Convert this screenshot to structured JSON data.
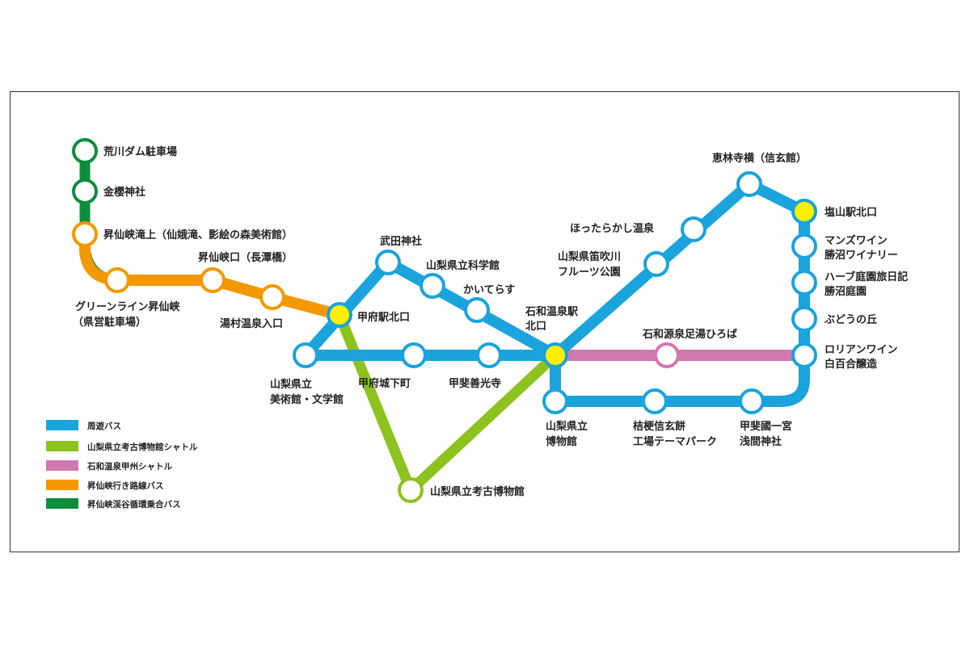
{
  "colors": {
    "shuyu_bus": "#1aa3dc",
    "kouko_shuttle": "#8dc21f",
    "isawa_shuttle": "#d078b0",
    "shosenkyo_route_bus": "#f39800",
    "shosenkyo_loop_bus": "#0c8d3c",
    "hub": "#fff000"
  },
  "legend": [
    {
      "label": "周遊バス"
    },
    {
      "label": "山梨県立考古博物館シャトル"
    },
    {
      "label": "石和温泉甲州シャトル"
    },
    {
      "label": "昇仙峡行き路線バス"
    },
    {
      "label": "昇仙峡渓谷循環乗合バス"
    }
  ],
  "stations": {
    "arakawa_dam": [
      "荒川ダム駐車場"
    ],
    "kanazakura": [
      "金櫻神社"
    ],
    "takiue": [
      "昇仙峡滝上（仙娥滝、影絵の森美術館）"
    ],
    "greenline": [
      "グリーンライン昇仙峡",
      "（県営駐車場）"
    ],
    "shosenkyo_guchi": [
      "昇仙峡口（長潭橋）"
    ],
    "yumura": [
      "湯村温泉入口"
    ],
    "kofu_north": [
      "甲府駅北口"
    ],
    "takeda": [
      "武田神社"
    ],
    "kagakukan": [
      "山梨県立科学館"
    ],
    "kaiterasu": [
      "かいてらす"
    ],
    "isawa_north": [
      "石和温泉駅",
      "北口"
    ],
    "bijutsukan": [
      "山梨県立",
      "美術館・文学館"
    ],
    "jokamachi": [
      "甲府城下町"
    ],
    "zenkoji": [
      "甲斐善光寺"
    ],
    "kouko": [
      "山梨県立考古博物館"
    ],
    "hakubutsukan": [
      "山梨県立",
      "博物館"
    ],
    "kikyo": [
      "桔梗信玄餅",
      "工場テーマパーク"
    ],
    "ichinomiya": [
      "甲斐國一宮",
      "浅間神社"
    ],
    "ashiyu": [
      "石和源泉足湯ひろば"
    ],
    "fuefuki": [
      "山梨県笛吹川",
      "フルーツ公園"
    ],
    "hottarakashi": [
      "ほったらかし温泉"
    ],
    "erinji": [
      "恵林寺横（信玄館）"
    ],
    "enzan": [
      "塩山駅北口"
    ],
    "manns": [
      "マンズワイン",
      "勝沼ワイナリー"
    ],
    "herb": [
      "ハーブ庭園旅日記",
      "勝沼庭園"
    ],
    "budou": [
      "ぶどうの丘"
    ],
    "lorient": [
      "ロリアンワイン",
      "白百合醸造"
    ]
  }
}
